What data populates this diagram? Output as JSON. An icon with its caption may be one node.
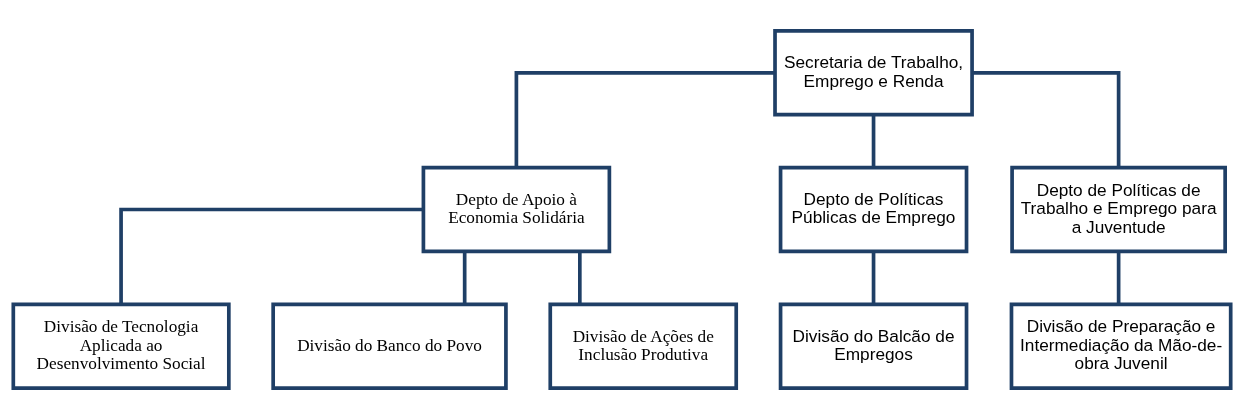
{
  "diagram": {
    "nodes": [
      {
        "text": [
          "Secretaria de Trabalho, Emprego e Renda"
        ]
      },
      {
        "text": [
          "Depto de Apoio à Economia Solidária"
        ]
      },
      {
        "text": [
          "Depto de Políticas Públicas de Emprego"
        ]
      },
      {
        "text": [
          "Depto de Políticas de Trabalho e Emprego para a Juventude"
        ]
      },
      {
        "text": [
          "Divisão de Tecnologia Aplicada ao Desenvolvimento Social"
        ]
      },
      {
        "text": [
          "Divisão do Banco do Povo"
        ]
      },
      {
        "text": [
          "Divisão de Ações de Inclusão Produtiva"
        ]
      },
      {
        "text": [
          "Divisão do Balcão de Empregos"
        ]
      },
      {
        "text": [
          "Divisão de Preparação e Intermediação da Mão-de-obra Juvenil"
        ]
      }
    ],
    "edges": [
      {
        "from": 0,
        "to": 1,
        "arrow": "none"
      },
      {
        "from": 0,
        "to": 2,
        "arrow": "none"
      },
      {
        "from": 0,
        "to": 3,
        "arrow": "none"
      },
      {
        "from": 1,
        "to": 4,
        "arrow": "none"
      },
      {
        "from": 1,
        "to": 5,
        "arrow": "none"
      },
      {
        "from": 1,
        "to": 6,
        "arrow": "none"
      },
      {
        "from": 2,
        "to": 7,
        "arrow": "none"
      },
      {
        "from": 3,
        "to": 8,
        "arrow": "none"
      }
    ]
  }
}
